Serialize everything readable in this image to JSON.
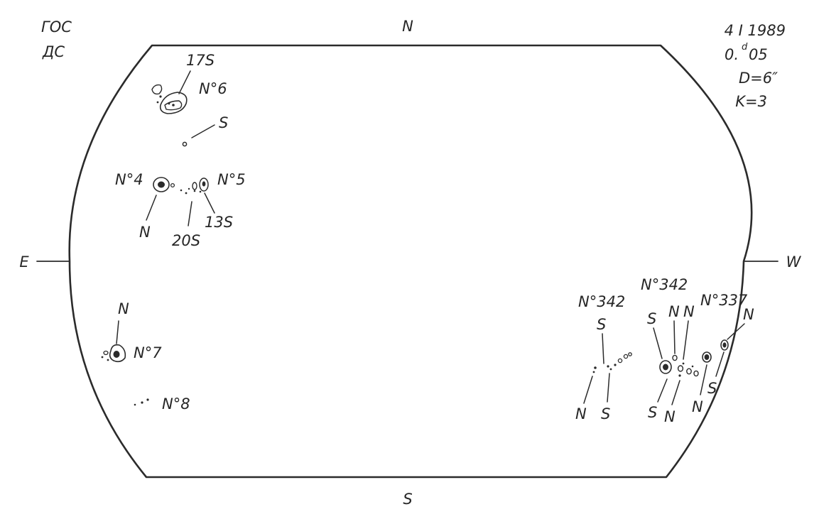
{
  "observatory": {
    "line1": "ГОС",
    "line2": "ДС"
  },
  "observation": {
    "date": "4 I 1989",
    "time_value": "0.",
    "time_unit": "d",
    "time_fraction": "05",
    "diameter": "D=6″",
    "k_index": "K=3"
  },
  "directions": {
    "north": "N",
    "south": "S",
    "east": "E",
    "west": "W"
  },
  "groups": {
    "g17s": {
      "label": "17S"
    },
    "g6": {
      "label": "N°6"
    },
    "g6_pole": {
      "label": "S"
    },
    "g4": {
      "label": "N°4",
      "pole": "N"
    },
    "g5": {
      "label": "N°5",
      "pole_label": "13S"
    },
    "g20s": {
      "label": "20S"
    },
    "g7": {
      "label": "N°7",
      "pole": "N"
    },
    "g8": {
      "label": "N°8"
    },
    "g342a": {
      "label": "N°342",
      "pole_top": "S",
      "pole_bottom_left": "N",
      "pole_bottom_right": "S"
    },
    "g342b": {
      "label": "N°342",
      "pole_top_1": "S",
      "pole_top_2": "N",
      "pole_top_3": "N",
      "pole_bottom_1": "S",
      "pole_bottom_2": "N"
    },
    "g337": {
      "label": "N°337",
      "pole_top": "N",
      "pole_bottom_1": "N",
      "pole_bottom_2": "S"
    }
  },
  "colors": {
    "ink": "#2b2b2b",
    "paper": "#ffffff"
  }
}
